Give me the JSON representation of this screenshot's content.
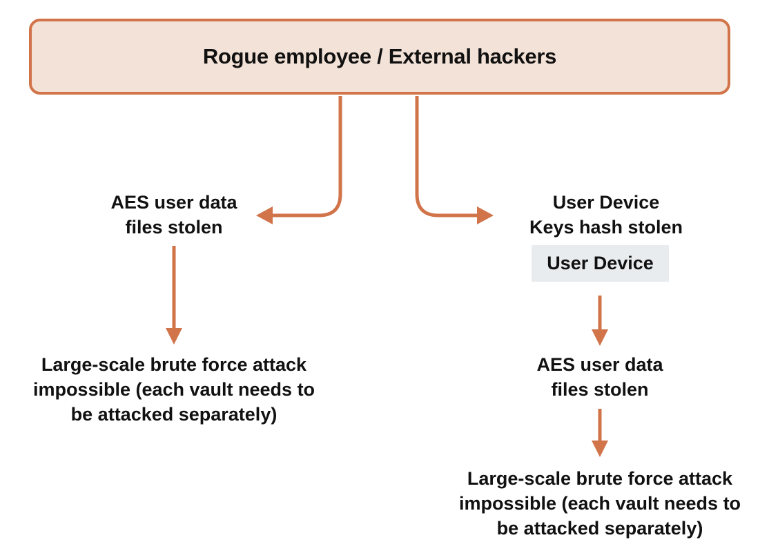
{
  "top": {
    "title": "Rogue employee / External hackers"
  },
  "left_branch": {
    "stolen_line1": "AES user data",
    "stolen_line2": "files stolen",
    "result_line1": "Large-scale brute force attack",
    "result_line2": "impossible (each vault needs to",
    "result_line3": "be attacked separately)"
  },
  "right_branch": {
    "keys_line1": "User Device",
    "keys_line2": "Keys hash stolen",
    "device_tag": "User Device",
    "stolen_line1": "AES user data",
    "stolen_line2": "files stolen",
    "result_line1": "Large-scale brute force attack",
    "result_line2": "impossible (each vault needs to",
    "result_line3": "be attacked separately)"
  },
  "colors": {
    "accent": "#D1744A",
    "top_fill": "#F3E2D7",
    "device_tag_fill": "#E9ECEF",
    "text": "#111111"
  }
}
